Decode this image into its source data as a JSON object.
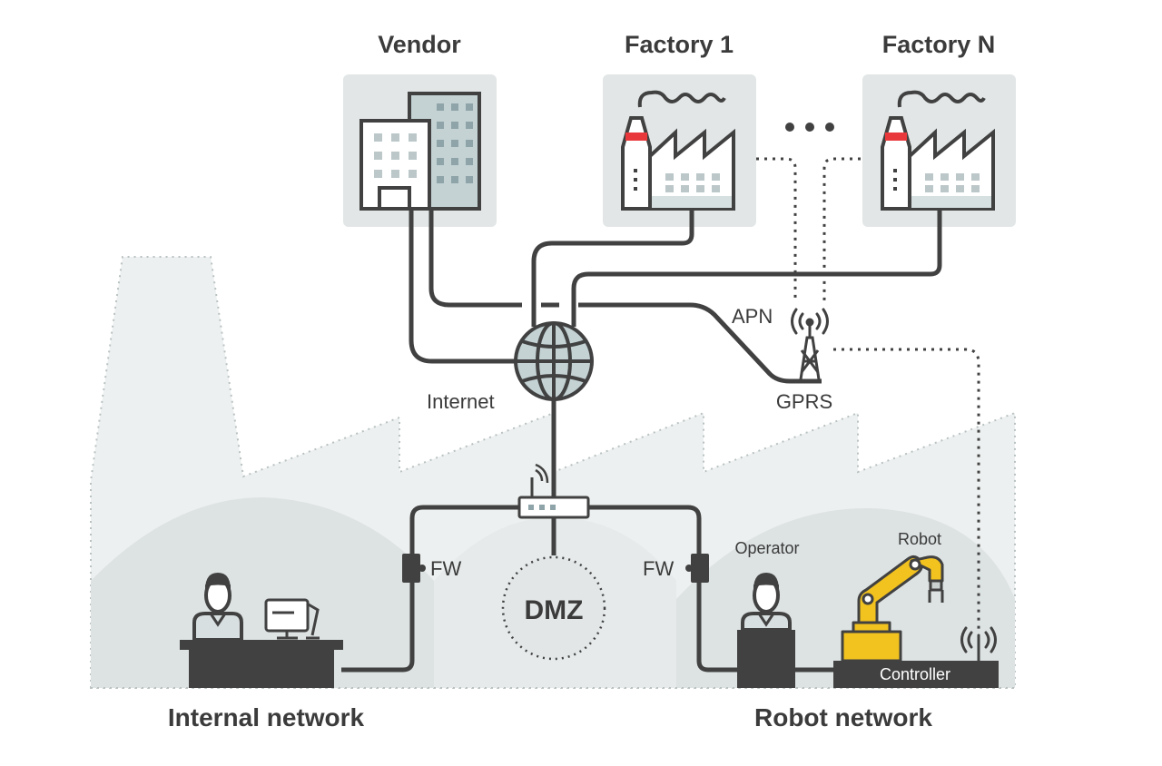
{
  "labels": {
    "vendor": "Vendor",
    "factory_1": "Factory 1",
    "factory_n": "Factory N",
    "apn": "APN",
    "internet": "Internet",
    "gprs": "GPRS",
    "fw_left": "FW",
    "fw_right": "FW",
    "operator": "Operator",
    "robot": "Robot",
    "dmz": "DMZ",
    "controller": "Controller",
    "internal_network": "Internal network",
    "robot_network": "Robot network"
  },
  "colors": {
    "line": "#414141",
    "panel": "#e2e6e6",
    "background_shape": "#edf0f0",
    "zone": "#dde2e2",
    "accent_red": "#e8383b",
    "robot_yellow": "#f2c21f",
    "building_tint": "#c4d2d4"
  },
  "icons": [
    "vendor-building-icon",
    "factory-icon",
    "globe-icon",
    "router-icon",
    "firewall-icon",
    "cell-tower-icon",
    "operator-person-icon",
    "robot-arm-icon",
    "wireless-signal-icon",
    "monitor-icon"
  ]
}
